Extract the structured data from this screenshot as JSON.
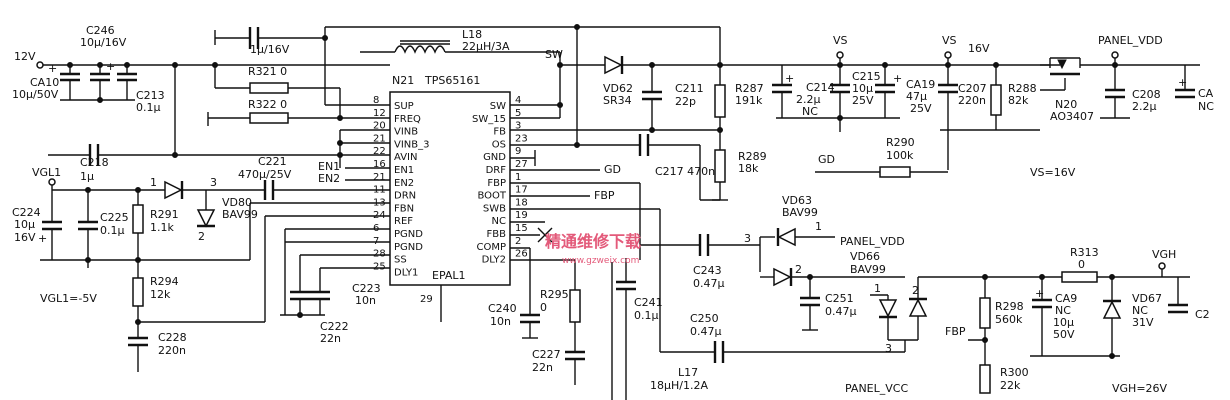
{
  "ic": {
    "ref": "N21",
    "part": "TPS65161",
    "pad": "EPAL1",
    "pad_pin": "29",
    "left_pins": [
      {
        "num": "8",
        "name": "SUP"
      },
      {
        "num": "12",
        "name": "FREQ"
      },
      {
        "num": "20",
        "name": "VINB"
      },
      {
        "num": "21",
        "name": "VINB_3"
      },
      {
        "num": "22",
        "name": "AVIN"
      },
      {
        "num": "16",
        "name": "EN1"
      },
      {
        "num": "21",
        "name": "EN2"
      },
      {
        "num": "11",
        "name": "DRN"
      },
      {
        "num": "13",
        "name": "FBN"
      },
      {
        "num": "24",
        "name": "REF"
      },
      {
        "num": "6",
        "name": "PGND"
      },
      {
        "num": "7",
        "name": "PGND"
      },
      {
        "num": "28",
        "name": "SS"
      },
      {
        "num": "25",
        "name": "DLY1"
      }
    ],
    "right_pins": [
      {
        "num": "4",
        "name": "SW"
      },
      {
        "num": "5",
        "name": "SW_15"
      },
      {
        "num": "3",
        "name": "FB"
      },
      {
        "num": "23",
        "name": "OS"
      },
      {
        "num": "9",
        "name": "GND"
      },
      {
        "num": "27",
        "name": "DRF"
      },
      {
        "num": "1",
        "name": "FBP"
      },
      {
        "num": "17",
        "name": "BOOT"
      },
      {
        "num": "18",
        "name": "SWB"
      },
      {
        "num": "19",
        "name": "NC"
      },
      {
        "num": "15",
        "name": "FBB"
      },
      {
        "num": "2",
        "name": "COMP"
      },
      {
        "num": "26",
        "name": "DLY2"
      }
    ]
  },
  "nets": {
    "v12": "12V",
    "sw": "SW",
    "vs1": "VS",
    "vs2": "VS",
    "v16": "16V",
    "panel_vdd": "PANEL_VDD",
    "panel_vdd2": "PANEL_VDD",
    "gd": "GD",
    "gd2": "GD",
    "vs16": "VS=16V",
    "vgl1": "VGL1",
    "vgl_eq": "VGL1=-5V",
    "fbp1": "FBP",
    "fbp2": "FBP",
    "vgh": "VGH",
    "vgh_eq": "VGH=26V",
    "panel_vcc": "PANEL_VCC",
    "en1": "EN1",
    "en2": "EN2",
    "ca_right": "CA",
    "nc_right": "NC",
    "c2": "C2",
    "c217": "C217 470n"
  },
  "parts": {
    "c246": [
      "C246",
      "10μ/16V"
    ],
    "c_1u": [
      "1μ/16V"
    ],
    "l18": [
      "L18",
      "22μH/3A"
    ],
    "ca10": [
      "CA10",
      "10μ/50V"
    ],
    "c213": [
      "C213",
      "0.1μ"
    ],
    "r321": [
      "R321 0"
    ],
    "r322": [
      "R322 0"
    ],
    "c218": [
      "C218",
      "1μ"
    ],
    "vd62": [
      "VD62",
      "SR34"
    ],
    "c211": [
      "C211",
      "22p"
    ],
    "r287": [
      "R287",
      "191k"
    ],
    "r289": [
      "R289",
      "18k"
    ],
    "c214": [
      "C214",
      "2.2μ",
      "NC"
    ],
    "c215": [
      "C215",
      "10μ",
      "25V"
    ],
    "ca19": [
      "CA19",
      "47μ",
      "25V"
    ],
    "c207": [
      "C207",
      "220n"
    ],
    "r288": [
      "R288",
      "82k"
    ],
    "n20": [
      "N20",
      "AO3407"
    ],
    "c208": [
      "C208",
      "2.2μ"
    ],
    "r290": [
      "R290",
      "100k"
    ],
    "c221": [
      "C221",
      "470μ/25V"
    ],
    "vd80": [
      "VD80",
      "BAV99"
    ],
    "c224": [
      "C224",
      "10μ",
      "16V"
    ],
    "c225": [
      "C225",
      "0.1μ"
    ],
    "r291": [
      "R291",
      "1.1k"
    ],
    "r294": [
      "R294",
      "12k"
    ],
    "c228": [
      "C228",
      "220n"
    ],
    "c223": [
      "C223",
      "10n"
    ],
    "c222": [
      "C222",
      "22n"
    ],
    "c240": [
      "C240",
      "10n"
    ],
    "r295": [
      "R295",
      "0"
    ],
    "c227": [
      "C227",
      "22n"
    ],
    "c241": [
      "C241",
      "0.1μ"
    ],
    "vd63": [
      "VD63",
      "BAV99"
    ],
    "c243": [
      "C243",
      "0.47μ"
    ],
    "c251": [
      "C251",
      "0.47μ"
    ],
    "vd66": [
      "VD66",
      "BAV99"
    ],
    "c250": [
      "C250",
      "0.47μ"
    ],
    "l17": [
      "L17",
      "18μH/1.2A"
    ],
    "r313": [
      "R313",
      "0"
    ],
    "r298": [
      "R298",
      "560k"
    ],
    "ca9": [
      "CA9",
      "NC",
      "10μ",
      "50V"
    ],
    "vd67": [
      "VD67",
      "NC",
      "31V"
    ],
    "r300": [
      "R300",
      "22k"
    ]
  },
  "pin_marks": {
    "vd80": [
      "1",
      "3",
      "2"
    ],
    "vd63": [
      "3",
      "1"
    ],
    "vd66": [
      "2",
      "1",
      "2",
      "3"
    ]
  },
  "watermark": {
    "cn": "精通维修下载",
    "url": "www.gzweix.com"
  }
}
